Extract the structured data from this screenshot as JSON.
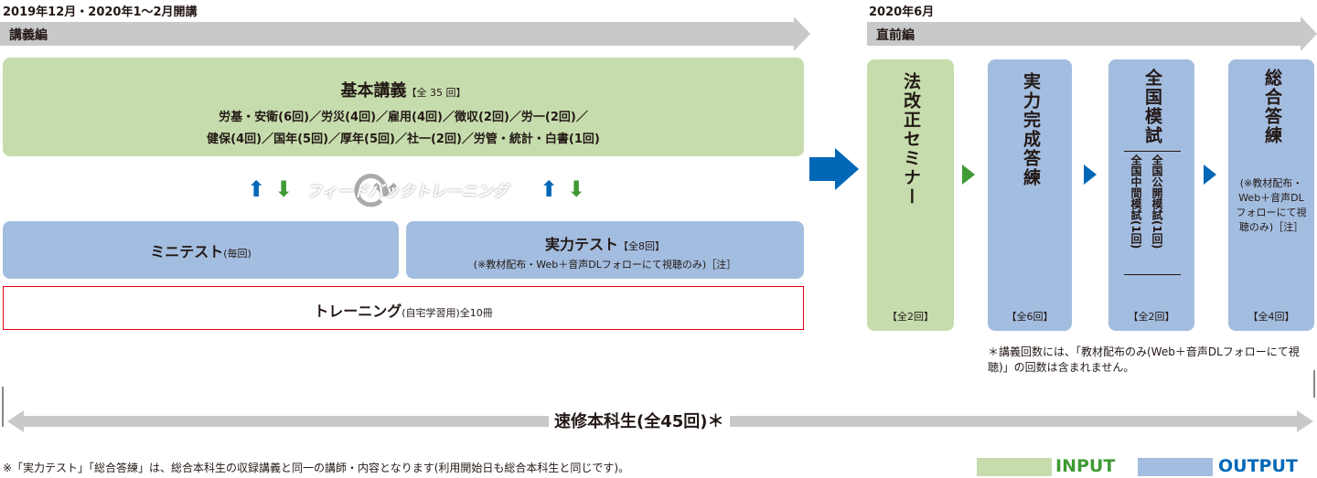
{
  "left": {
    "period": "2019年12月・2020年1～2月開講",
    "phase": "講義編",
    "basic": {
      "title": "基本講義",
      "count": "【全 35 回】",
      "line1": "労基・安衛(6回)／労災(4回)／雇用(4回)／徴収(2回)／労一(2回)／",
      "line2": "健保(4回)／国年(5回)／厚年(5回)／社一(2回)／労管・統計・白書(1回)"
    },
    "feedback": "フィードバックトレーニング",
    "mini": {
      "title": "ミニテスト",
      "note": "(毎回)"
    },
    "jitsuryoku": {
      "title": "実力テスト",
      "count": "【全8回】",
      "note": "(※教材配布・Web＋音声DLフォローにて視聴のみ)［注］"
    },
    "training": {
      "title": "トレーニング",
      "note": "(自宅学習用)全10冊"
    }
  },
  "right": {
    "period": "2020年6月",
    "phase": "直前編",
    "columns": [
      {
        "title": "法改正セミナー",
        "count": "【全2回】",
        "color": "green"
      },
      {
        "title": "実力完成答練",
        "count": "【全6回】",
        "color": "blue"
      },
      {
        "title": "全国模試",
        "sub1": "全国公開模試(1回)",
        "sub2": "全国中間模試(1回)",
        "count": "【全2回】",
        "color": "blue"
      },
      {
        "title": "総合答練",
        "note": "(※教材配布・Web＋音声DLフォローにて視聴のみ)［注］",
        "count": "【全4回】",
        "color": "blue"
      }
    ],
    "footnote": "＊講義回数には、「教材配布のみ(Web＋音声DLフォローにて視聴)」の回数は含まれません。"
  },
  "course": "速修本科生(全45回)＊",
  "footer": "※「実力テスト」「総合答練」は、総合本科生の収録講義と同一の講師・内容となります(利用開始日も総合本科生と同じです)。",
  "legend": {
    "input": "INPUT",
    "output": "OUTPUT",
    "input_color": "#c6dcad",
    "output_color": "#a3bde0"
  }
}
